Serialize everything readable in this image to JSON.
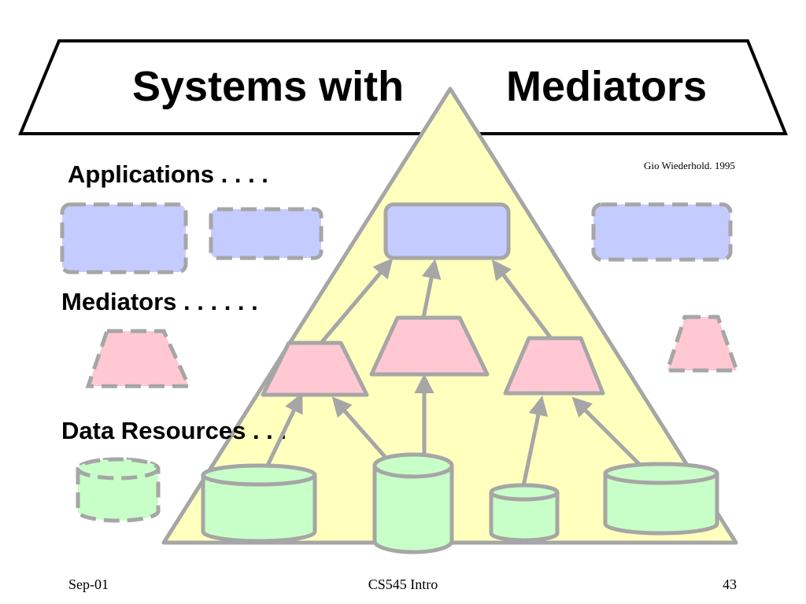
{
  "slide": {
    "title_left": "Systems with",
    "title_right": "Mediators",
    "attribution": "Gio Wiederhold.  1995",
    "legend": {
      "applications": "Applications . . . .",
      "mediators": "Mediators . . . . . .",
      "data_resources": "Data Resources . . ."
    },
    "footer": {
      "left": "Sep-01",
      "center": "CS545 Intro",
      "right": "43"
    }
  },
  "colors": {
    "application_fill": "#c4ccff",
    "mediator_fill": "#ffc8d2",
    "data_fill": "#c8ffc8",
    "pyramid_fill": "#ffffbe",
    "outline": "#a6a6a6"
  }
}
